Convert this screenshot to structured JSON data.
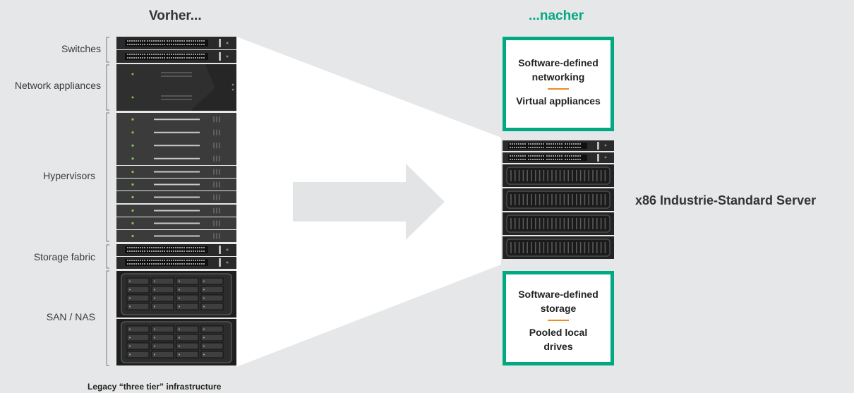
{
  "headers": {
    "before": "Vorher...",
    "after": "...nacher"
  },
  "legacy_labels": {
    "switches": "Switches",
    "network_appliances": "Network appliances",
    "hypervisors": "Hypervisors",
    "storage_fabric": "Storage fabric",
    "san_nas": "SAN / NAS"
  },
  "caption": "Legacy “three tier” infrastructure",
  "networking_box": {
    "line1": "Software-defined",
    "line2": "networking",
    "line3": "Virtual appliances"
  },
  "storage_box": {
    "line1": "Software-defined",
    "line2": "storage",
    "line3": "Pooled local",
    "line4": "drives"
  },
  "server_label": "x86 Industrie-Standard Server",
  "colors": {
    "accent": "#01a982",
    "divider": "#f08a24",
    "background": "#e6e7e8",
    "server_dark": "#2b2b2b"
  }
}
